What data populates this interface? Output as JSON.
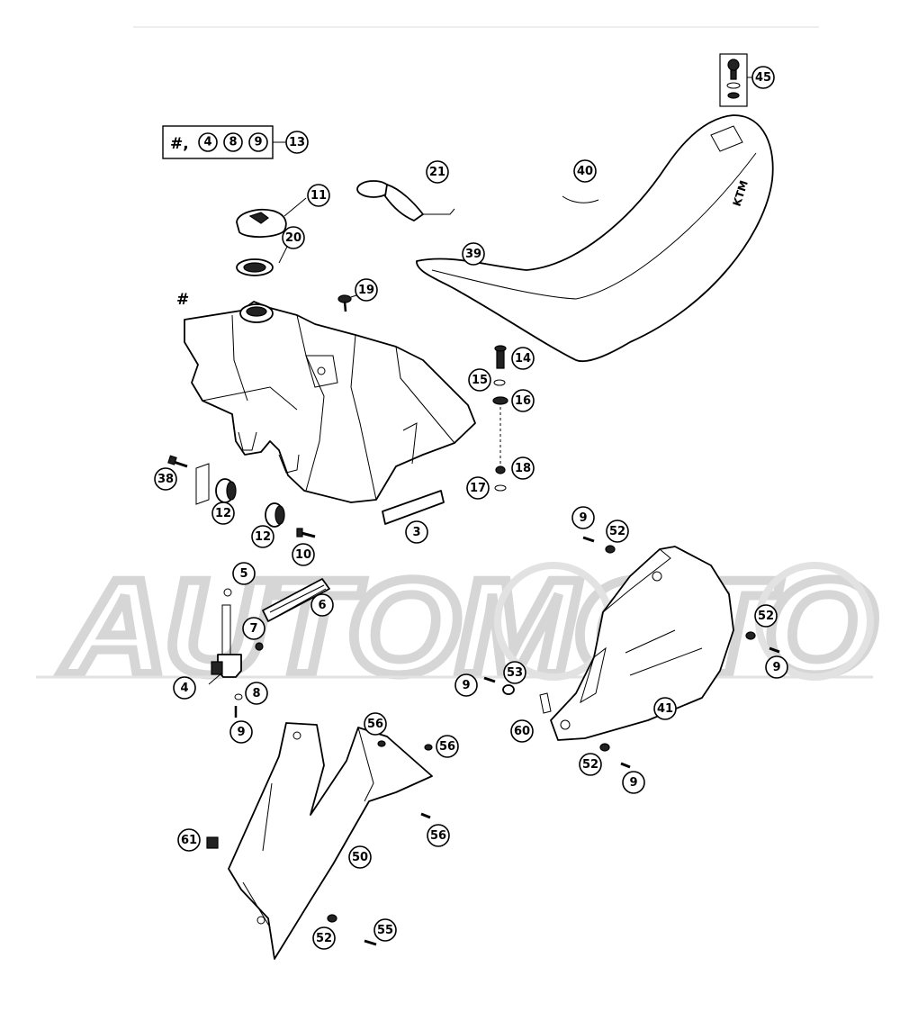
{
  "watermark": {
    "text": "AUTOMOTO"
  },
  "kit": {
    "hash_label": "#,",
    "items": [
      "4",
      "8",
      "9"
    ],
    "result": "13"
  },
  "tank_marker": "#",
  "callouts": [
    {
      "id": "c45",
      "label": "45"
    },
    {
      "id": "c13",
      "label": "13"
    },
    {
      "id": "c21",
      "label": "21"
    },
    {
      "id": "c40",
      "label": "40"
    },
    {
      "id": "c11",
      "label": "11"
    },
    {
      "id": "c20",
      "label": "20"
    },
    {
      "id": "c39",
      "label": "39"
    },
    {
      "id": "c19",
      "label": "19"
    },
    {
      "id": "c14",
      "label": "14"
    },
    {
      "id": "c15",
      "label": "15"
    },
    {
      "id": "c16",
      "label": "16"
    },
    {
      "id": "c18",
      "label": "18"
    },
    {
      "id": "c17",
      "label": "17"
    },
    {
      "id": "c38",
      "label": "38"
    },
    {
      "id": "c12a",
      "label": "12"
    },
    {
      "id": "c12b",
      "label": "12"
    },
    {
      "id": "c10",
      "label": "10"
    },
    {
      "id": "c3",
      "label": "3"
    },
    {
      "id": "c9a",
      "label": "9"
    },
    {
      "id": "c52a",
      "label": "52"
    },
    {
      "id": "c5",
      "label": "5"
    },
    {
      "id": "c6",
      "label": "6"
    },
    {
      "id": "c7",
      "label": "7"
    },
    {
      "id": "c52b",
      "label": "52"
    },
    {
      "id": "c9b",
      "label": "9"
    },
    {
      "id": "c4",
      "label": "4"
    },
    {
      "id": "c8",
      "label": "8"
    },
    {
      "id": "c9c",
      "label": "9"
    },
    {
      "id": "c53",
      "label": "53"
    },
    {
      "id": "c9d",
      "label": "9"
    },
    {
      "id": "c60",
      "label": "60"
    },
    {
      "id": "c41",
      "label": "41"
    },
    {
      "id": "c56a",
      "label": "56"
    },
    {
      "id": "c56b",
      "label": "56"
    },
    {
      "id": "c52c",
      "label": "52"
    },
    {
      "id": "c9e",
      "label": "9"
    },
    {
      "id": "c61",
      "label": "61"
    },
    {
      "id": "c56c",
      "label": "56"
    },
    {
      "id": "c50",
      "label": "50"
    },
    {
      "id": "c55",
      "label": "55"
    },
    {
      "id": "c52d",
      "label": "52"
    }
  ]
}
